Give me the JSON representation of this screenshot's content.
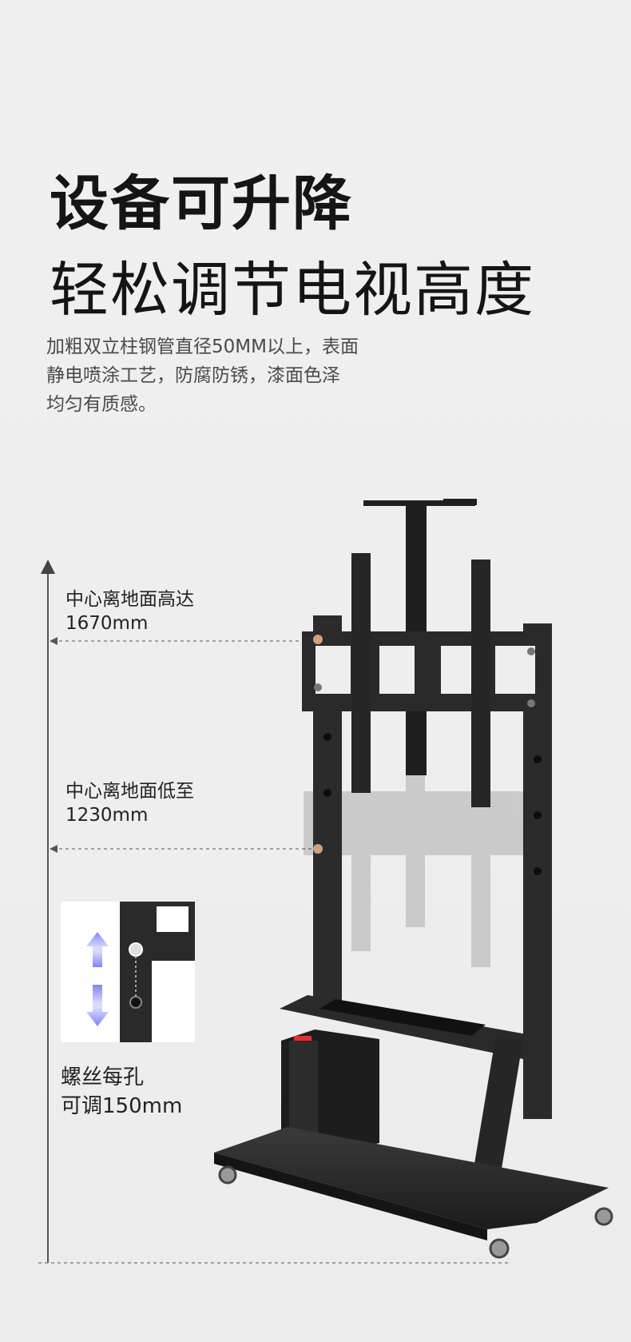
{
  "headline": {
    "title": "设备可升降",
    "subtitle": "轻松调节电视高度"
  },
  "description": {
    "lines": [
      "加粗双立柱钢管直径50MM以上，表面",
      "静电喷涂工艺，防腐防锈，漆面色泽",
      "均匀有质感。"
    ]
  },
  "height_labels": {
    "max_line1": "中心离地面高达",
    "max_line2": "1670mm",
    "min_line1": "中心离地面低至",
    "min_line2": "1230mm"
  },
  "hole_label": {
    "line1": "螺丝每孔",
    "line2": "可调150mm"
  },
  "colors": {
    "background": "#eeeeee",
    "frame": "#2a2a2a",
    "accent_dot": "#d4a07a",
    "arrow_blue": "#7f86f5"
  }
}
